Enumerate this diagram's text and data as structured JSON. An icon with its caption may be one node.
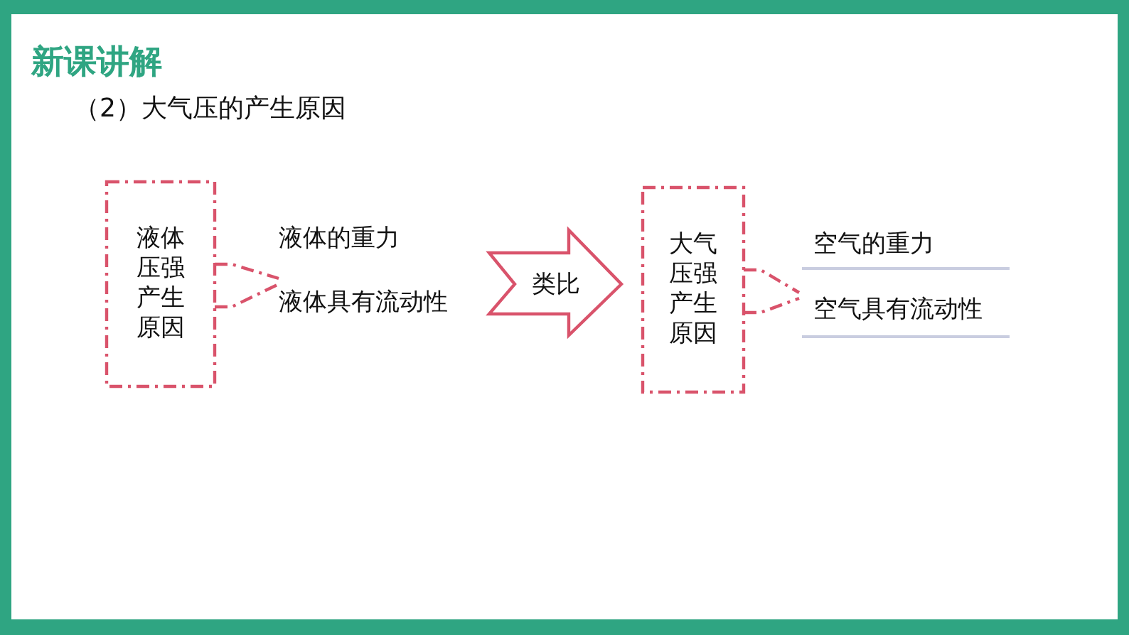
{
  "diagram": {
    "title": "新课讲解",
    "nodes": [
      {
        "text": [
          "液体压强产生原因"
        ]
      },
      {
        "text": [
          "液体的重力"
        ]
      },
      {
        "text": [
          "液体具有流动性"
        ]
      },
      {
        "text": [
          "大气压强产生原因"
        ]
      },
      {
        "text": [
          "空气的重力"
        ]
      },
      {
        "text": [
          "空气具有流动性"
        ]
      }
    ],
    "edges": [
      {
        "from": 0,
        "to": 1,
        "arrow": "none",
        "style": "dashed",
        "color": "#d9536b"
      },
      {
        "from": 0,
        "to": 2,
        "arrow": "none",
        "style": "dashed",
        "color": "#d9536b"
      },
      {
        "from": 2,
        "to": 3,
        "arrow": "to",
        "label": "类比",
        "style": "thick",
        "color": "#d9536b"
      },
      {
        "from": 3,
        "to": 4,
        "arrow": "none",
        "style": "dashed",
        "color": "#d9536b"
      },
      {
        "from": 3,
        "to": 5,
        "arrow": "none",
        "style": "dashed",
        "color": "#d9536b"
      }
    ],
    "labels": [
      "（2）大气压的产生原因"
    ]
  }
}
